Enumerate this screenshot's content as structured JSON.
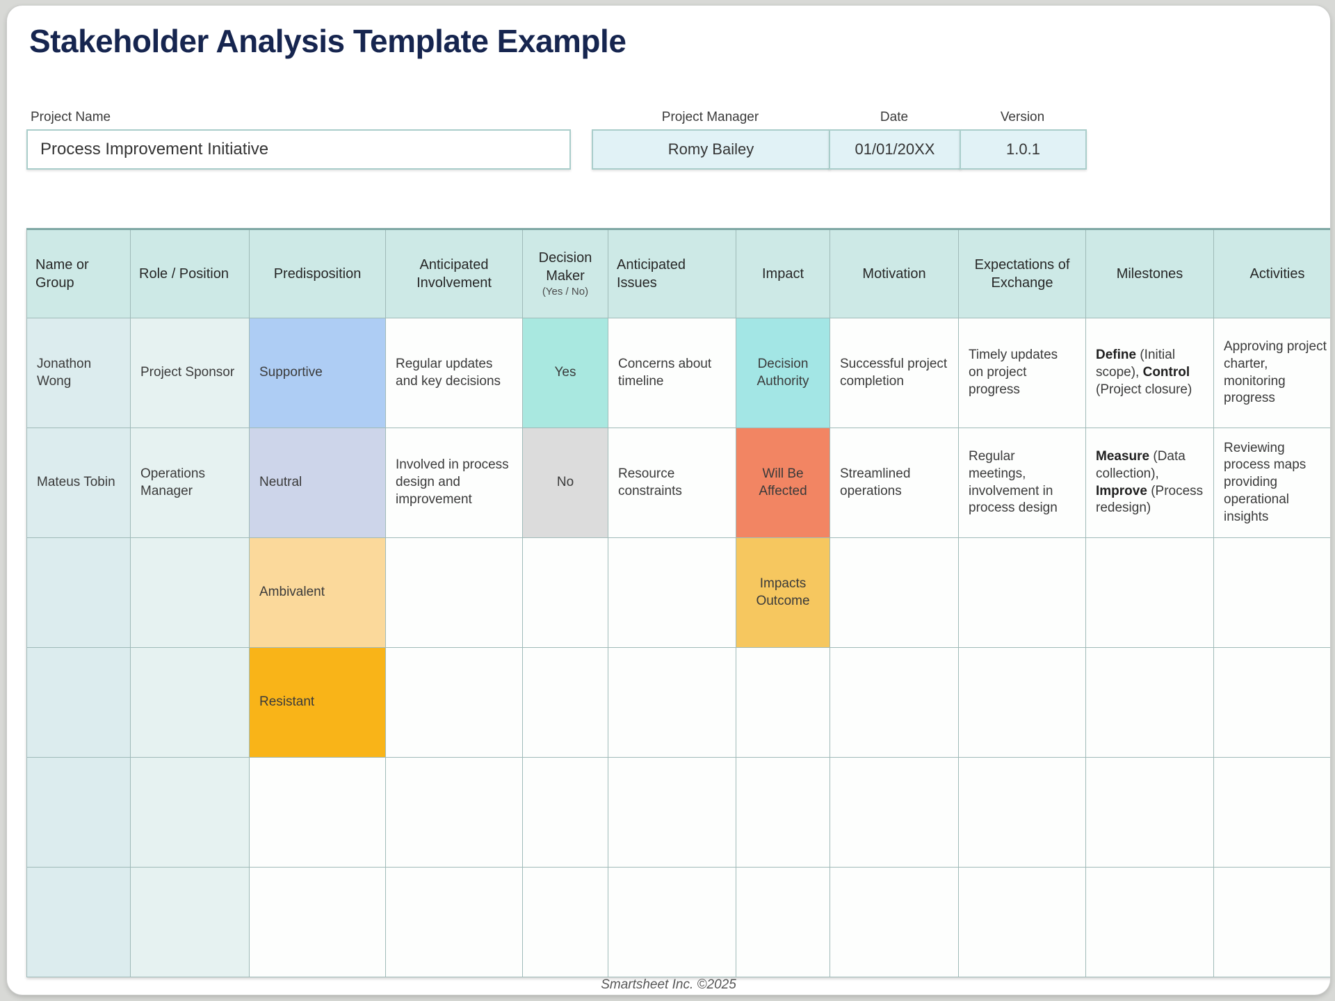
{
  "page": {
    "title": "Stakeholder Analysis Template Example",
    "footer_credit": "Smartsheet Inc. ©2025"
  },
  "project_info": {
    "name_label": "Project Name",
    "name_value": "Process Improvement Initiative",
    "manager_label": "Project Manager",
    "manager_value": "Romy Bailey",
    "date_label": "Date",
    "date_value": "01/01/20XX",
    "version_label": "Version",
    "version_value": "1.0.1"
  },
  "colors": {
    "header_bg": "#cde9e6",
    "name_col": "#dcecee",
    "role_col": "#e6f2f1",
    "supportive": "#aecdf4",
    "neutral": "#cdd5ea",
    "ambivalent": "#fbd99b",
    "resistant": "#f9b418",
    "yes": "#a9e8e0",
    "no": "#dcdcdc",
    "decision_authority": "#a3e6e5",
    "will_be_affected": "#f28563",
    "impacts_outcome": "#f6c75f",
    "info_box_bg": "#e1f2f6",
    "title_text": "#16254f",
    "grid_line": "#9fbab8"
  },
  "table": {
    "headers": [
      {
        "label": "Name or Group",
        "align": "left"
      },
      {
        "label": "Role / Position",
        "align": "left"
      },
      {
        "label": "Predisposition",
        "align": "center"
      },
      {
        "label": "Anticipated Involvement",
        "align": "center"
      },
      {
        "label": "Decision Maker",
        "sublabel": "(Yes / No)",
        "align": "center"
      },
      {
        "label": "Anticipated Issues",
        "align": "left"
      },
      {
        "label": "Impact",
        "align": "center"
      },
      {
        "label": "Motivation",
        "align": "center"
      },
      {
        "label": "Expectations of Exchange",
        "align": "center"
      },
      {
        "label": "Milestones",
        "align": "center"
      },
      {
        "label": "Activities",
        "align": "center"
      }
    ],
    "rows": [
      {
        "cells": [
          {
            "text": "Jonathon Wong",
            "bg": "name_col"
          },
          {
            "text": "Project Sponsor",
            "bg": "role_col"
          },
          {
            "text": "Supportive",
            "bg": "supportive"
          },
          {
            "text": "Regular updates and key decisions"
          },
          {
            "text": "Yes",
            "bg": "yes",
            "align": "center"
          },
          {
            "text": "Concerns about timeline"
          },
          {
            "text": "Decision Authority",
            "bg": "decision_authority",
            "align": "center"
          },
          {
            "text": "Successful project completion"
          },
          {
            "text": "Timely updates on project progress"
          },
          {
            "segments": [
              {
                "text": "Define",
                "bold": true
              },
              {
                "text": " (Initial scope), "
              },
              {
                "text": "Control",
                "bold": true
              },
              {
                "text": " (Project closure)"
              }
            ]
          },
          {
            "text": "Approving project charter, monitoring progress"
          }
        ]
      },
      {
        "cells": [
          {
            "text": "Mateus Tobin",
            "bg": "name_col"
          },
          {
            "text": "Operations Manager",
            "bg": "role_col"
          },
          {
            "text": "Neutral",
            "bg": "neutral"
          },
          {
            "text": "Involved in process design and improvement"
          },
          {
            "text": "No",
            "bg": "no",
            "align": "center"
          },
          {
            "text": "Resource constraints"
          },
          {
            "text": "Will Be Affected",
            "bg": "will_be_affected",
            "align": "center"
          },
          {
            "text": "Streamlined operations"
          },
          {
            "text": "Regular meetings, involvement in process design"
          },
          {
            "segments": [
              {
                "text": "Measure",
                "bold": true
              },
              {
                "text": " (Data collection), "
              },
              {
                "text": "Improve",
                "bold": true
              },
              {
                "text": " (Process redesign)"
              }
            ]
          },
          {
            "text": "Reviewing process maps providing operational insights"
          }
        ]
      },
      {
        "cells": [
          {
            "bg": "name_col"
          },
          {
            "bg": "role_col"
          },
          {
            "text": "Ambivalent",
            "bg": "ambivalent"
          },
          {},
          {},
          {},
          {
            "text": "Impacts Outcome",
            "bg": "impacts_outcome",
            "align": "center"
          },
          {},
          {},
          {},
          {}
        ]
      },
      {
        "cells": [
          {
            "bg": "name_col"
          },
          {
            "bg": "role_col"
          },
          {
            "text": "Resistant",
            "bg": "resistant"
          },
          {},
          {},
          {},
          {},
          {},
          {},
          {},
          {}
        ]
      },
      {
        "cells": [
          {
            "bg": "name_col"
          },
          {
            "bg": "role_col"
          },
          {},
          {},
          {},
          {},
          {},
          {},
          {},
          {},
          {}
        ]
      },
      {
        "cells": [
          {
            "bg": "name_col"
          },
          {
            "bg": "role_col"
          },
          {},
          {},
          {},
          {},
          {},
          {},
          {},
          {},
          {}
        ]
      }
    ]
  }
}
